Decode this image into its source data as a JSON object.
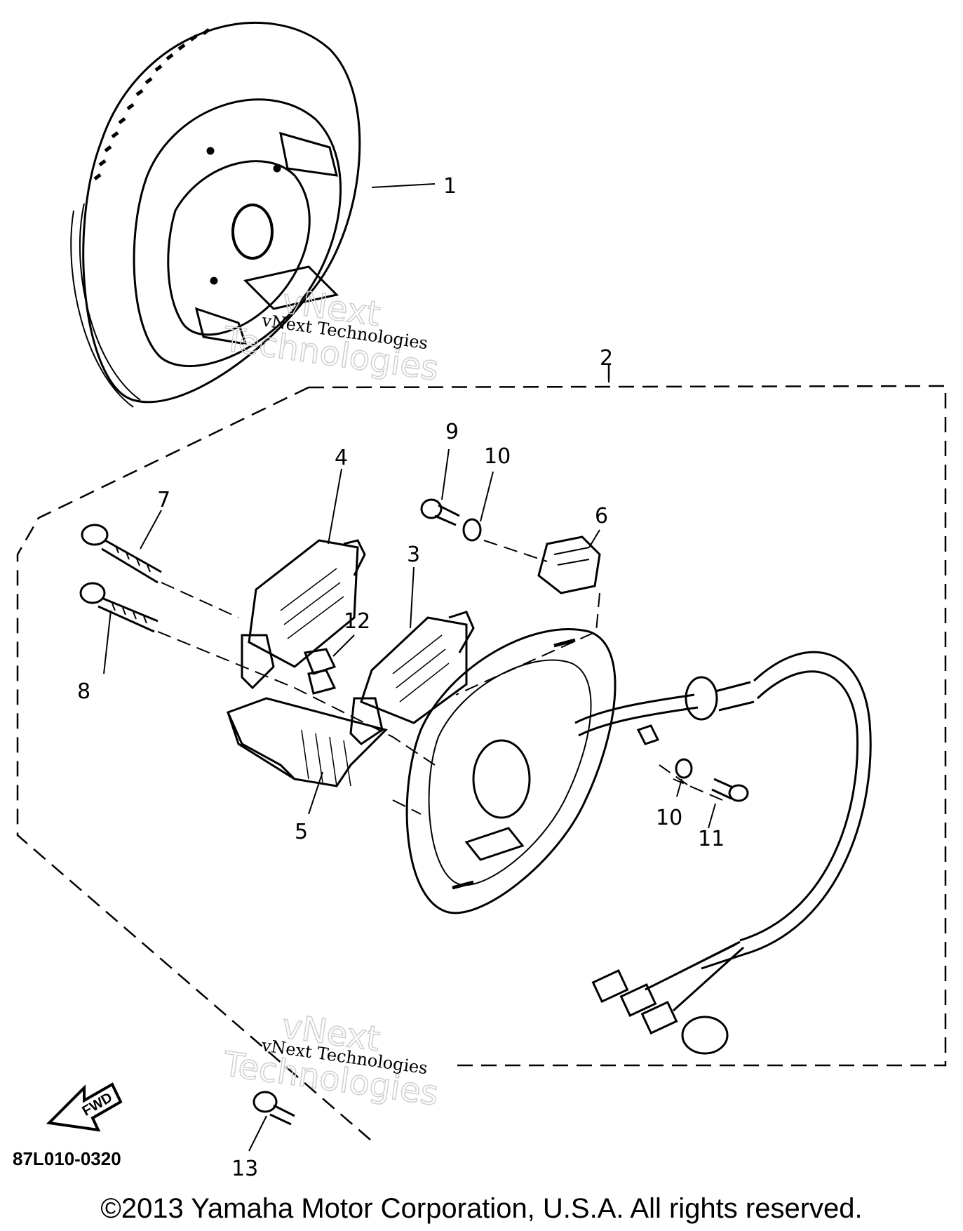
{
  "callouts": {
    "c1": "1",
    "c2": "2",
    "c3": "3",
    "c4": "4",
    "c5": "5",
    "c6": "6",
    "c7": "7",
    "c8": "8",
    "c9": "9",
    "c10a": "10",
    "c10b": "10",
    "c11": "11",
    "c12": "12",
    "c13": "13"
  },
  "watermark": {
    "line": "vNext Technologies",
    "big_top": "vNext",
    "big_bottom": "Technologies"
  },
  "fwd_label": "FWD",
  "diagram_code": "87L010-0320",
  "copyright": "©2013 Yamaha Motor Corporation, U.S.A. All rights reserved."
}
